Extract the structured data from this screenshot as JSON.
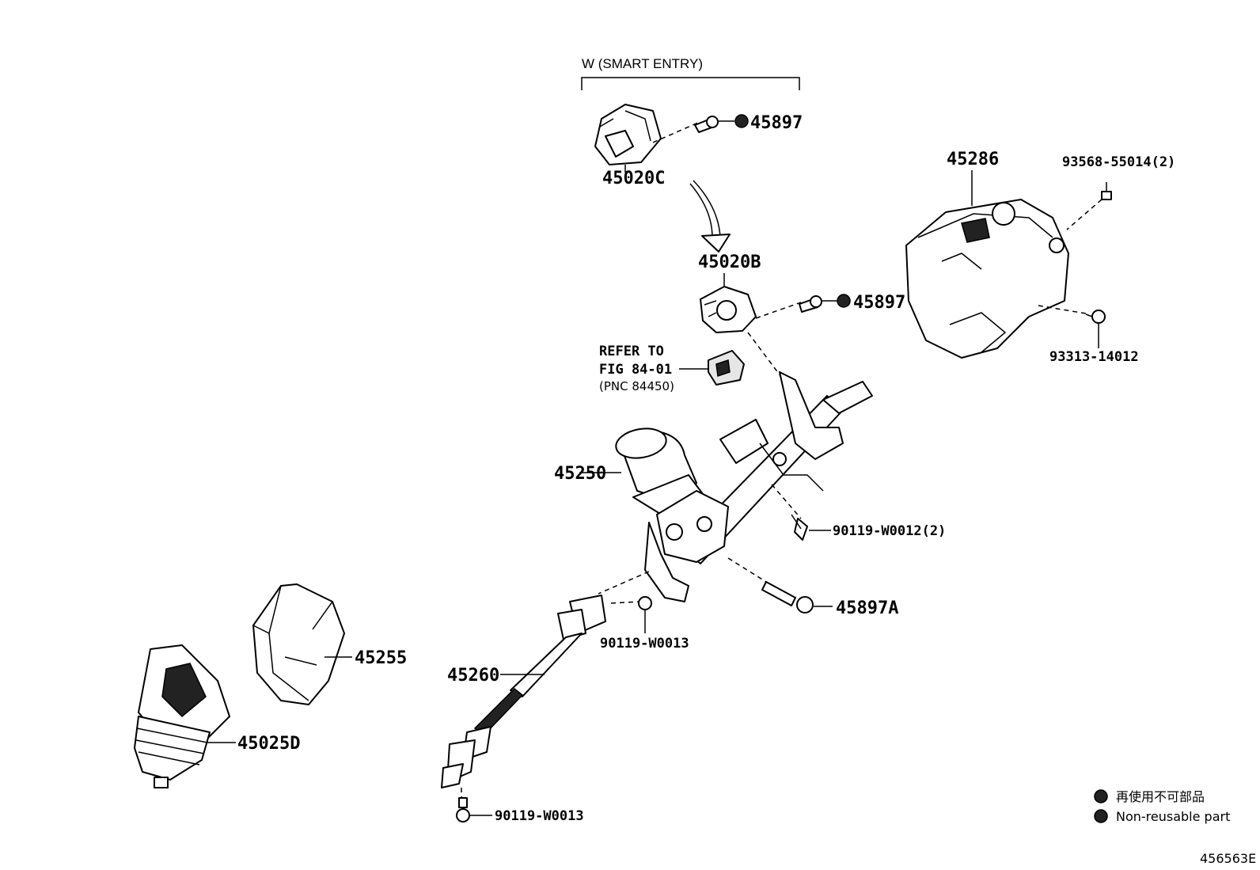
{
  "variant_header": "W (SMART ENTRY)",
  "parts": {
    "p45020C": "45020C",
    "p45897_top": "45897",
    "p45020B": "45020B",
    "p45897_mid": "45897",
    "p45286": "45286",
    "p93568": "93568-55014(2)",
    "p93313": "93313-14012",
    "p45250": "45250",
    "p90119_2": "90119-W0012(2)",
    "p45897A": "45897A",
    "p90119_mid": "90119-W0013",
    "p45260": "45260",
    "p45255": "45255",
    "p45025D": "45025D",
    "p90119_bot": "90119-W0013"
  },
  "reference": {
    "line1": "REFER TO",
    "line2": "FIG 84-01",
    "line3": "(PNC 84450)"
  },
  "legend": {
    "japanese": "再使用不可部品",
    "english": "Non-reusable part"
  },
  "illustration_id": "456563E"
}
